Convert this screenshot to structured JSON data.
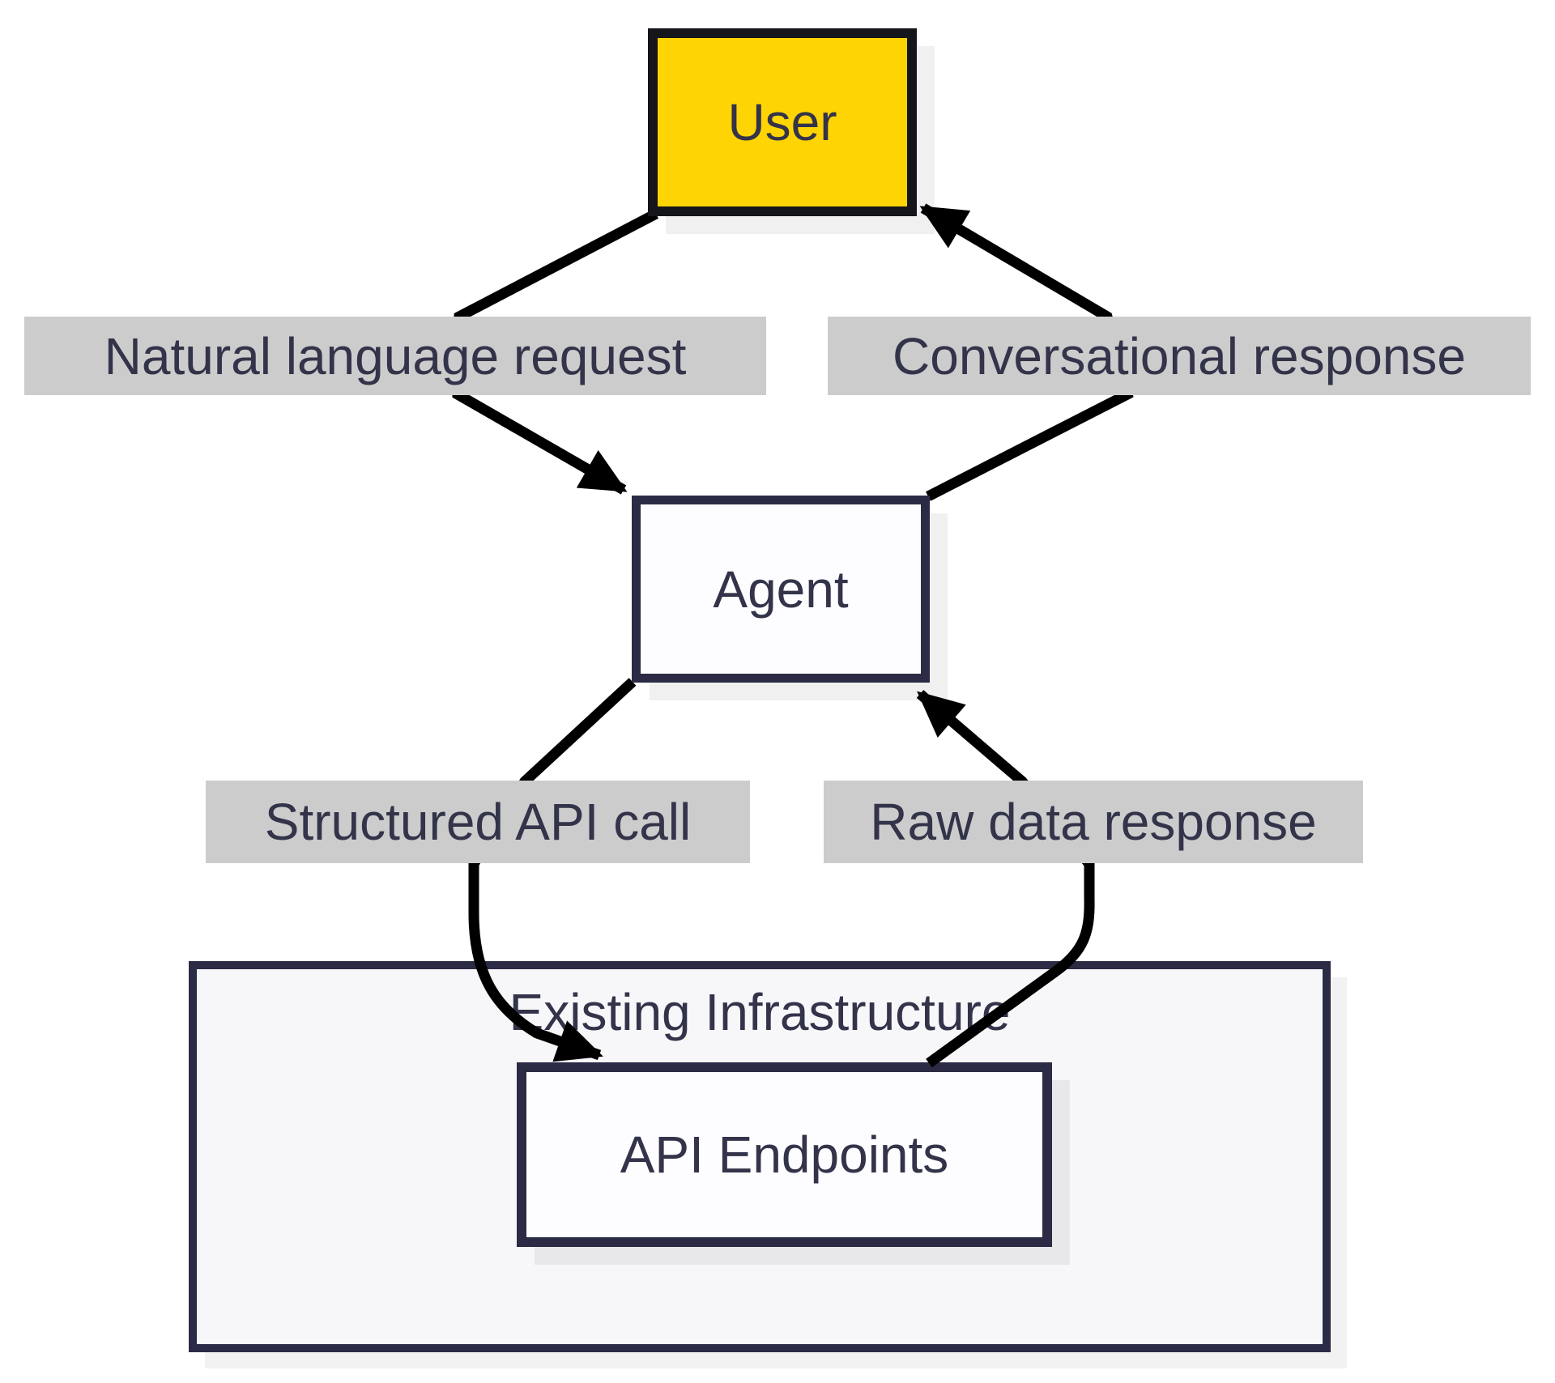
{
  "nodes": {
    "user": {
      "label": "User"
    },
    "agent": {
      "label": "Agent"
    },
    "api_endpoints": {
      "label": "API Endpoints"
    }
  },
  "container": {
    "title": "Existing Infrastructure"
  },
  "edges": [
    {
      "label": "Natural language request",
      "from": "User",
      "to": "Agent"
    },
    {
      "label": "Conversational response",
      "from": "Agent",
      "to": "User"
    },
    {
      "label": "Structured API call",
      "from": "Agent",
      "to": "API Endpoints"
    },
    {
      "label": "Raw data response",
      "from": "API Endpoints",
      "to": "Agent"
    }
  ],
  "colors": {
    "page-bg": "#ffffff",
    "user-fill": "#ffd404",
    "user-border": "#15151c",
    "node-fill": "#fdfdff",
    "node-border": "#2b2b45",
    "container-fill": "#f7f7fa",
    "label-bg": "#cccccc",
    "text": "#33334a",
    "edge": "#000000"
  }
}
